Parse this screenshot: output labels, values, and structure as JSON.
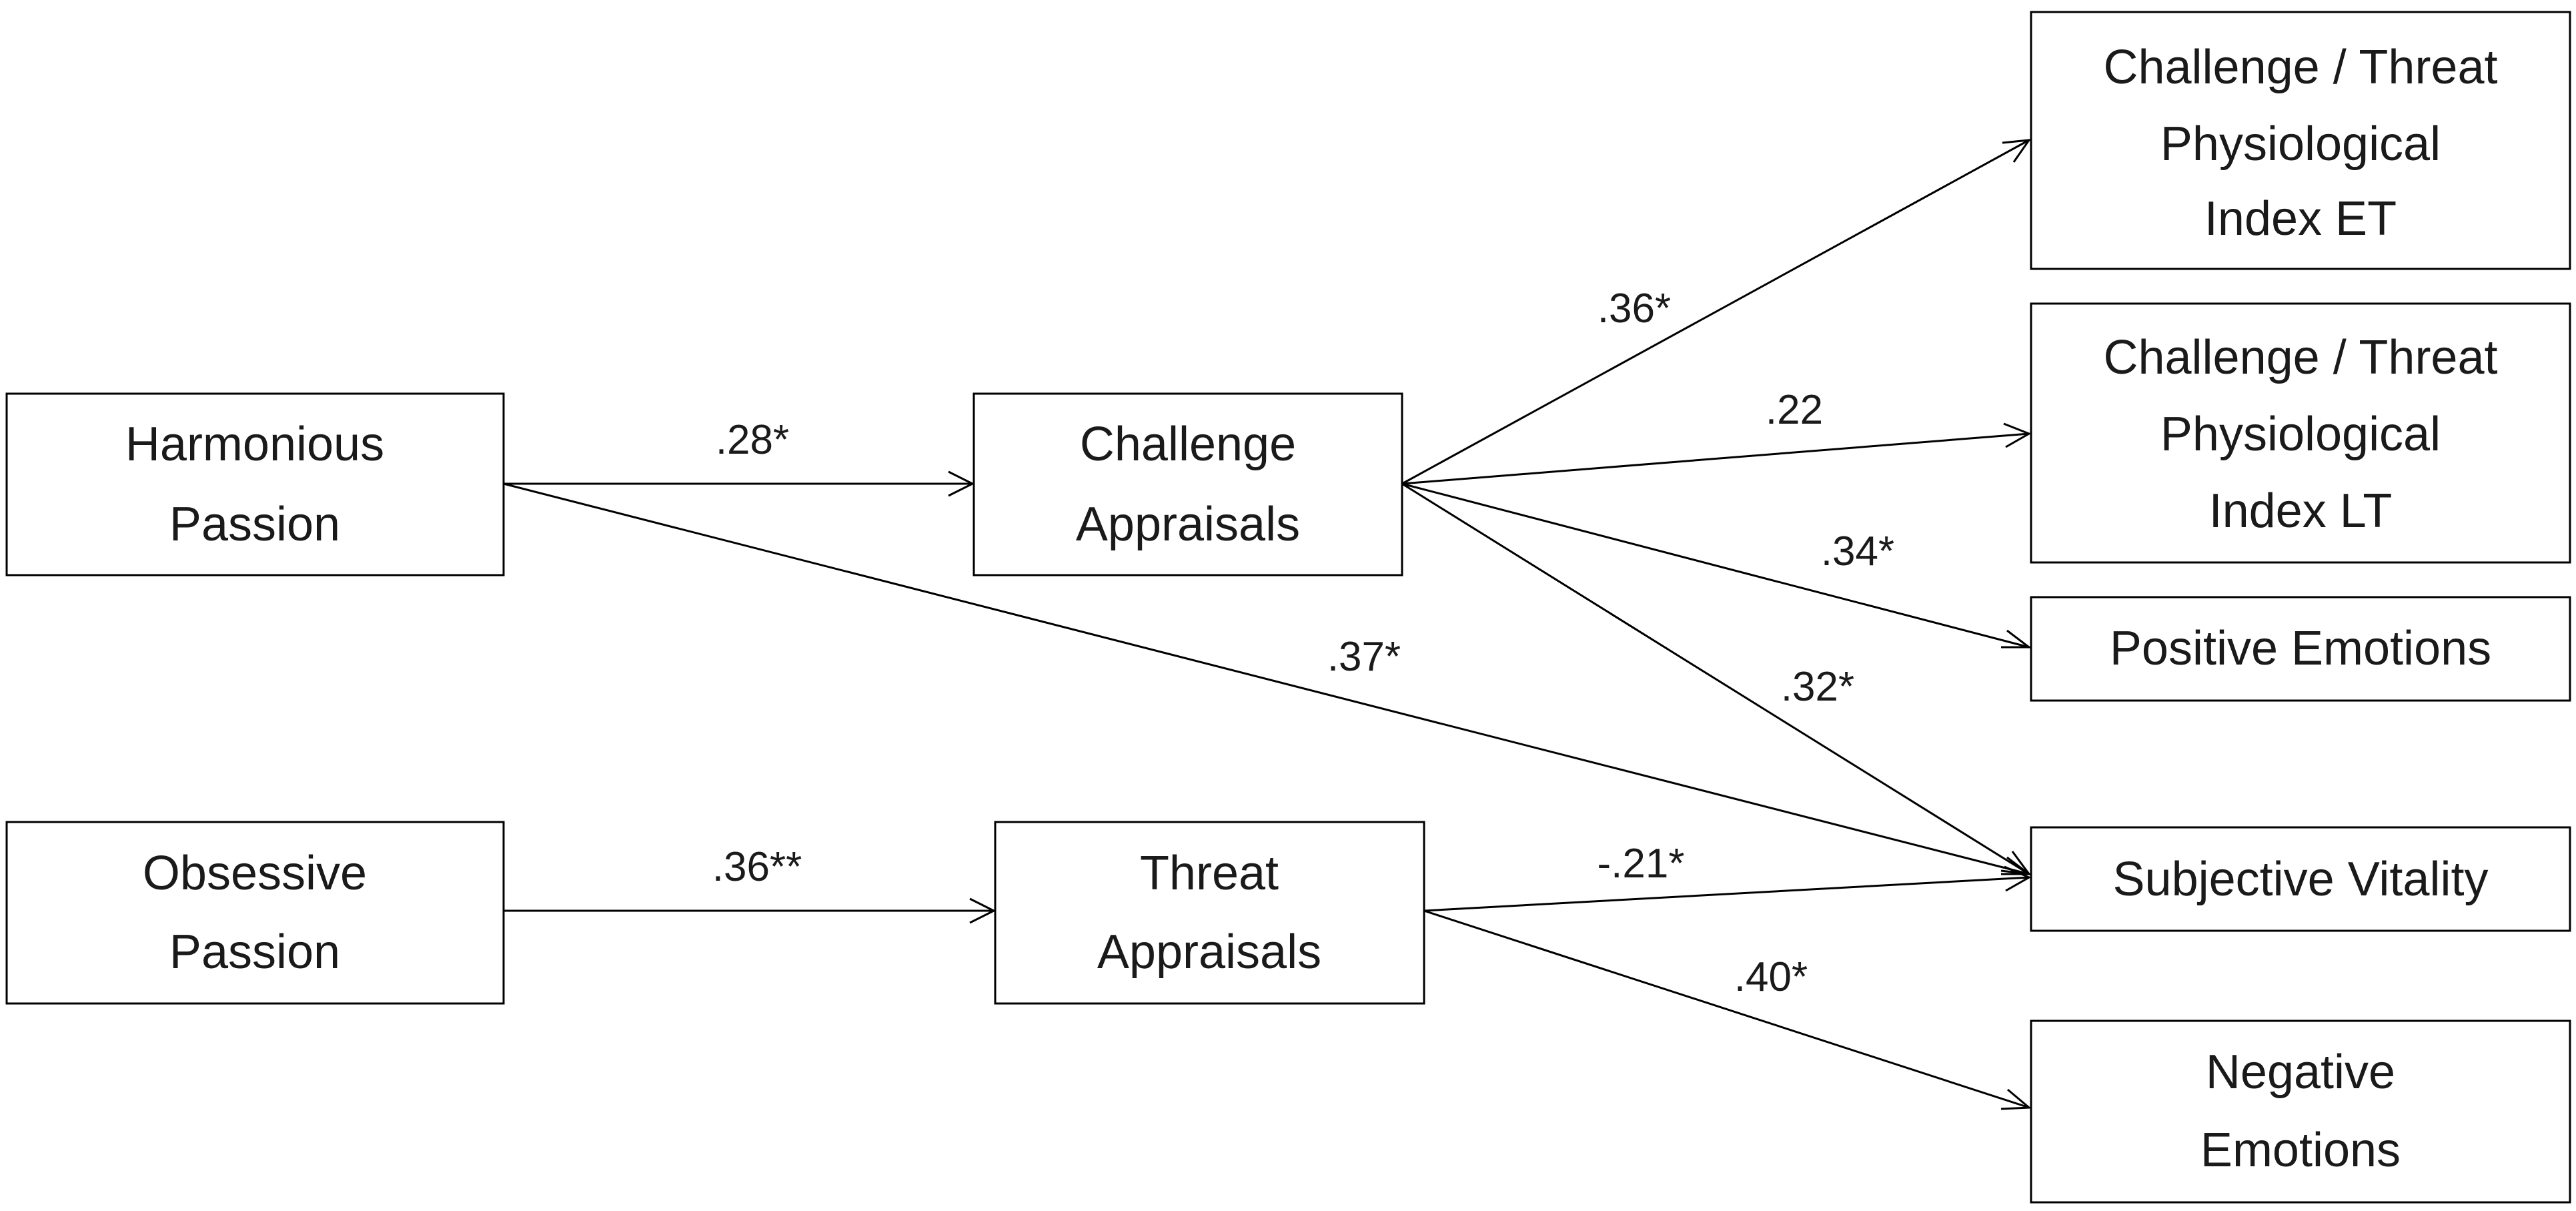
{
  "nodes": {
    "harmonious": {
      "lines": [
        "Harmonious",
        "Passion"
      ]
    },
    "obsessive": {
      "lines": [
        "Obsessive",
        "Passion"
      ]
    },
    "challenge": {
      "lines": [
        "Challenge",
        "Appraisals"
      ]
    },
    "threat": {
      "lines": [
        "Threat",
        "Appraisals"
      ]
    },
    "phys_et": {
      "lines": [
        "Challenge / Threat",
        "Physiological",
        "Index ET"
      ]
    },
    "phys_lt": {
      "lines": [
        "Challenge / Threat",
        "Physiological",
        "Index LT"
      ]
    },
    "positive": {
      "lines": [
        "Positive Emotions"
      ]
    },
    "vitality": {
      "lines": [
        "Subjective Vitality"
      ]
    },
    "negative": {
      "lines": [
        "Negative",
        "Emotions"
      ]
    }
  },
  "edges": {
    "hp_ca": {
      "from": "harmonious",
      "to": "challenge",
      "label": ".28*"
    },
    "hp_sv": {
      "from": "harmonious",
      "to": "vitality",
      "label": ".37*"
    },
    "op_ta": {
      "from": "obsessive",
      "to": "threat",
      "label": ".36**"
    },
    "ca_et": {
      "from": "challenge",
      "to": "phys_et",
      "label": ".36*"
    },
    "ca_lt": {
      "from": "challenge",
      "to": "phys_lt",
      "label": ".22"
    },
    "ca_pe": {
      "from": "challenge",
      "to": "positive",
      "label": ".34*"
    },
    "ca_sv": {
      "from": "challenge",
      "to": "vitality",
      "label": ".32*"
    },
    "ta_sv": {
      "from": "threat",
      "to": "vitality",
      "label": "-.21*"
    },
    "ta_ne": {
      "from": "threat",
      "to": "negative",
      "label": ".40*"
    }
  }
}
